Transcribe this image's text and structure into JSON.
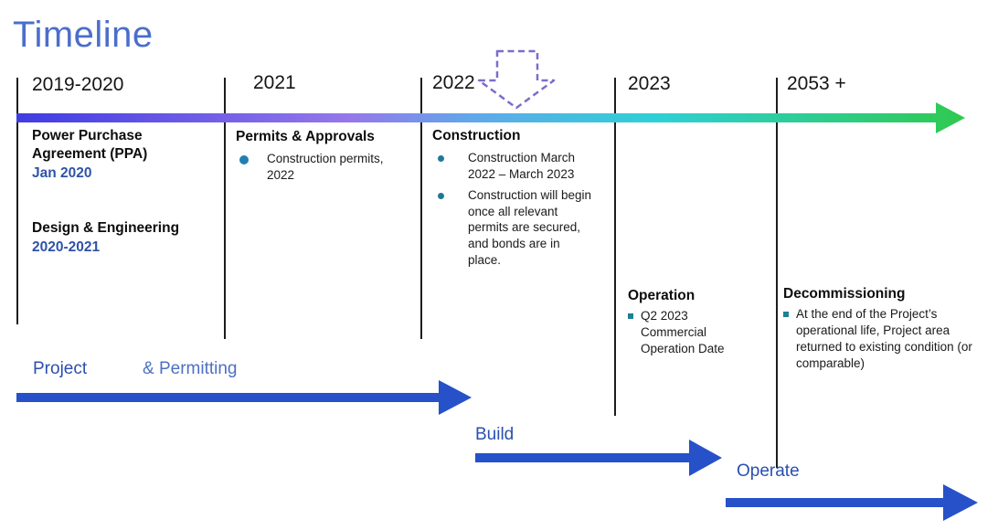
{
  "title": "Timeline",
  "columns": [
    {
      "year": "2019-2020",
      "events": [
        {
          "title": "Power Purchase Agreement (PPA)",
          "date": "Jan 2020"
        },
        {
          "title": "Design & Engineering",
          "date": "2020-2021"
        }
      ]
    },
    {
      "year": "2021",
      "heading": "Permits & Approvals",
      "bullets": [
        "Construction permits, 2022"
      ]
    },
    {
      "year": "2022",
      "heading": "Construction",
      "bullets": [
        "Construction March 2022 – March 2023",
        "Construction will begin once all relevant permits are secured, and bonds are in place."
      ]
    },
    {
      "year": "2023",
      "heading": "Operation",
      "bullets": [
        "Q2 2023 Commercial Operation Date"
      ]
    },
    {
      "year": "2053 +",
      "heading": "Decommissioning",
      "bullets": [
        "At the end of the Project’s operational life, Project area returned to existing condition (or comparable)"
      ]
    }
  ],
  "phases": [
    {
      "label": "Project",
      "suffix": "& Permitting"
    },
    {
      "label": "Build"
    },
    {
      "label": "Operate"
    }
  ],
  "colors": {
    "title_blue": "#4B6ECB",
    "date_blue": "#2E53A8",
    "phase_arrow_blue": "#2751C9",
    "dashed_arrow_purple": "#7D6CCB",
    "bullet_round_teal": "#1F7FB2",
    "bullet_square_teal": "#1F7F95",
    "timeline_gradient": [
      "#403CE2",
      "#9577EA",
      "#60A8EA",
      "#2ED0D6",
      "#2FC94F"
    ]
  }
}
